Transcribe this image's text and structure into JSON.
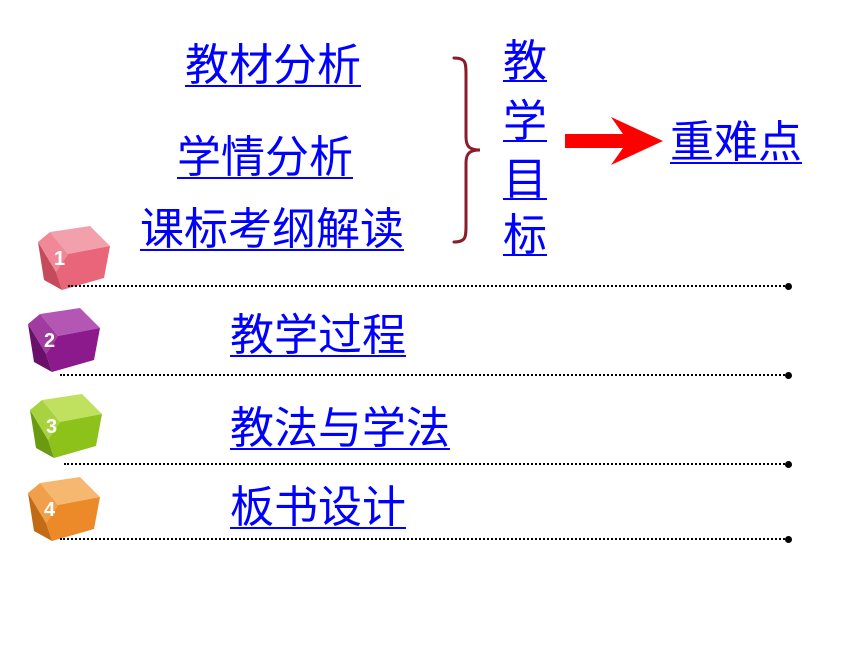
{
  "top_items": [
    "教材分析",
    "学情分析",
    "课标考纲解读"
  ],
  "target_chars": [
    "教",
    "学",
    "目",
    "标"
  ],
  "key_points": "重难点",
  "sections": [
    {
      "number": "1",
      "color": "#e8657a"
    },
    {
      "number": "2",
      "label": "教学过程",
      "color": "#8c1a8c"
    },
    {
      "number": "3",
      "label": "教法与学法",
      "color": "#8cc21a"
    },
    {
      "number": "4",
      "label": "板书设计",
      "color": "#ec8a2a"
    }
  ],
  "colors": {
    "link": "#0000ff",
    "arrow": "#ff0000",
    "brace": "#8b1c2c"
  },
  "icons": {
    "arrow": "right-arrow-icon",
    "brace": "right-brace-icon",
    "cube": "cube-icon"
  }
}
